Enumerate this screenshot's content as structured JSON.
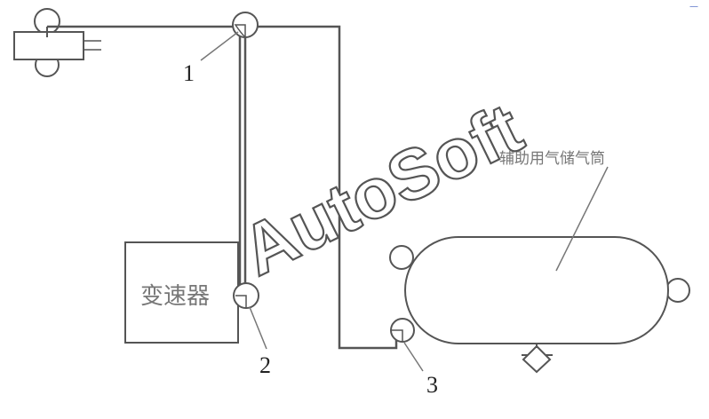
{
  "diagram": {
    "labels": {
      "num1": "1",
      "num2": "2",
      "num3": "3",
      "transmission": "变速器",
      "tank": "辅助用气储气筒"
    },
    "watermark": "AutoSoft",
    "corner_mark": "—"
  }
}
